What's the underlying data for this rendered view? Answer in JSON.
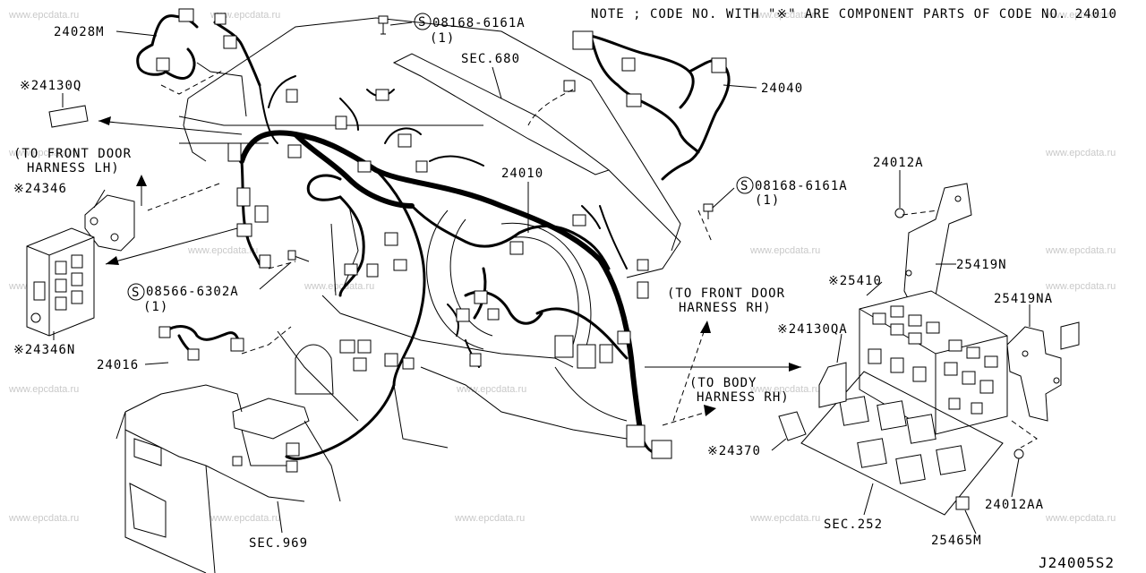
{
  "note": "NOTE ; CODE NO. WITH \"※\" ARE COMPONENT PARTS OF CODE NO. 24010",
  "diagram_code": "J24005S2",
  "watermark": "www.epcdata.ru",
  "labels": {
    "p24028M": "24028M",
    "p24130Q": "※24130Q",
    "front_door_lh_1": "(TO FRONT DOOR",
    "front_door_lh_2": "HARNESS LH)",
    "p24346": "※24346",
    "p24346N": "※24346N",
    "p08566": "08566-6302A",
    "p08566_qty": "(1)",
    "p24016": "24016",
    "p08168_top": "08168-6161A",
    "p08168_top_qty": "(1)",
    "sec680": "SEC.680",
    "p24040": "24040",
    "p24010": "24010",
    "p08168_mid": "08168-6161A",
    "p08168_mid_qty": "(1)",
    "p24012A": "24012A",
    "p25419N": "25419N",
    "p25410": "※25410",
    "p25419NA": "25419NA",
    "front_door_rh_1": "(TO FRONT DOOR",
    "front_door_rh_2": "HARNESS RH)",
    "p24130QA": "※24130QA",
    "body_rh_1": "(TO BODY",
    "body_rh_2": "HARNESS RH)",
    "p24370": "※24370",
    "sec252": "SEC.252",
    "p24012AA": "24012AA",
    "p25465M": "25465M",
    "sec969": "SEC.969",
    "s_mark": "S"
  }
}
